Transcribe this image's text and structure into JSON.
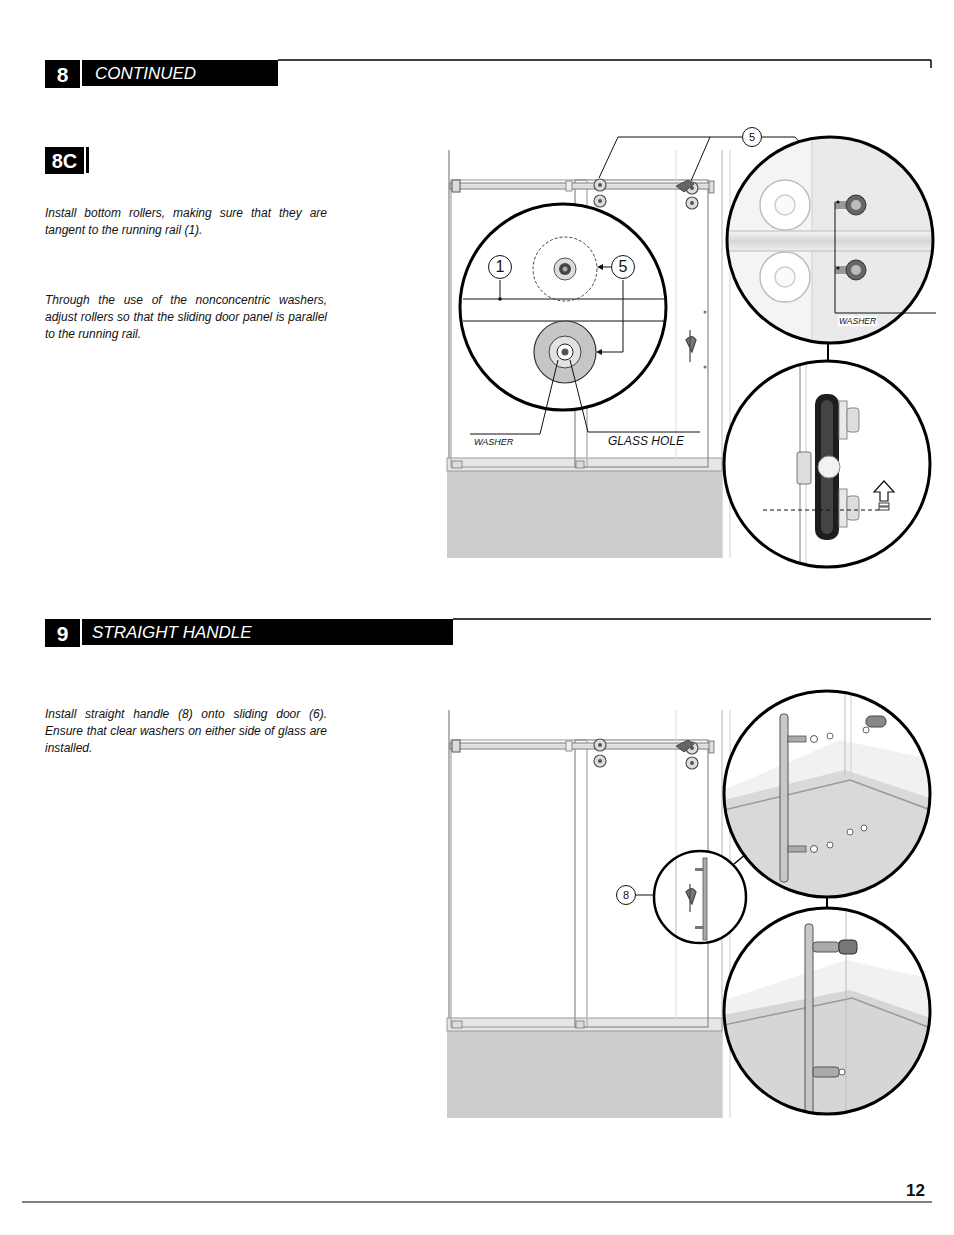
{
  "diagram": {
    "nodes": [
      {
        "text": [
          "8"
        ]
      },
      {
        "text": [
          "CONTINUED"
        ]
      },
      {
        "text": [
          "8C"
        ]
      },
      {
        "text": [
          "5"
        ]
      },
      {
        "text": [
          "1"
        ]
      },
      {
        "text": [
          "5"
        ]
      },
      {
        "text": [
          "9"
        ]
      },
      {
        "text": [
          "STRAIGHT HANDLE"
        ]
      },
      {
        "text": [
          "8"
        ]
      }
    ],
    "labels": [
      "Install bottom rollers, making sure that they are tangent to the running rail (1).",
      "Through the use of the nonconcentric washers, adjust rollers so that the sliding door panel is parallel to the running rail.",
      "WASHER",
      "GLASS HOLE",
      "WASHER",
      "Install straight handle (8) onto sliding door (6). Ensure that clear washers on either side of glass are installed.",
      "12"
    ]
  }
}
